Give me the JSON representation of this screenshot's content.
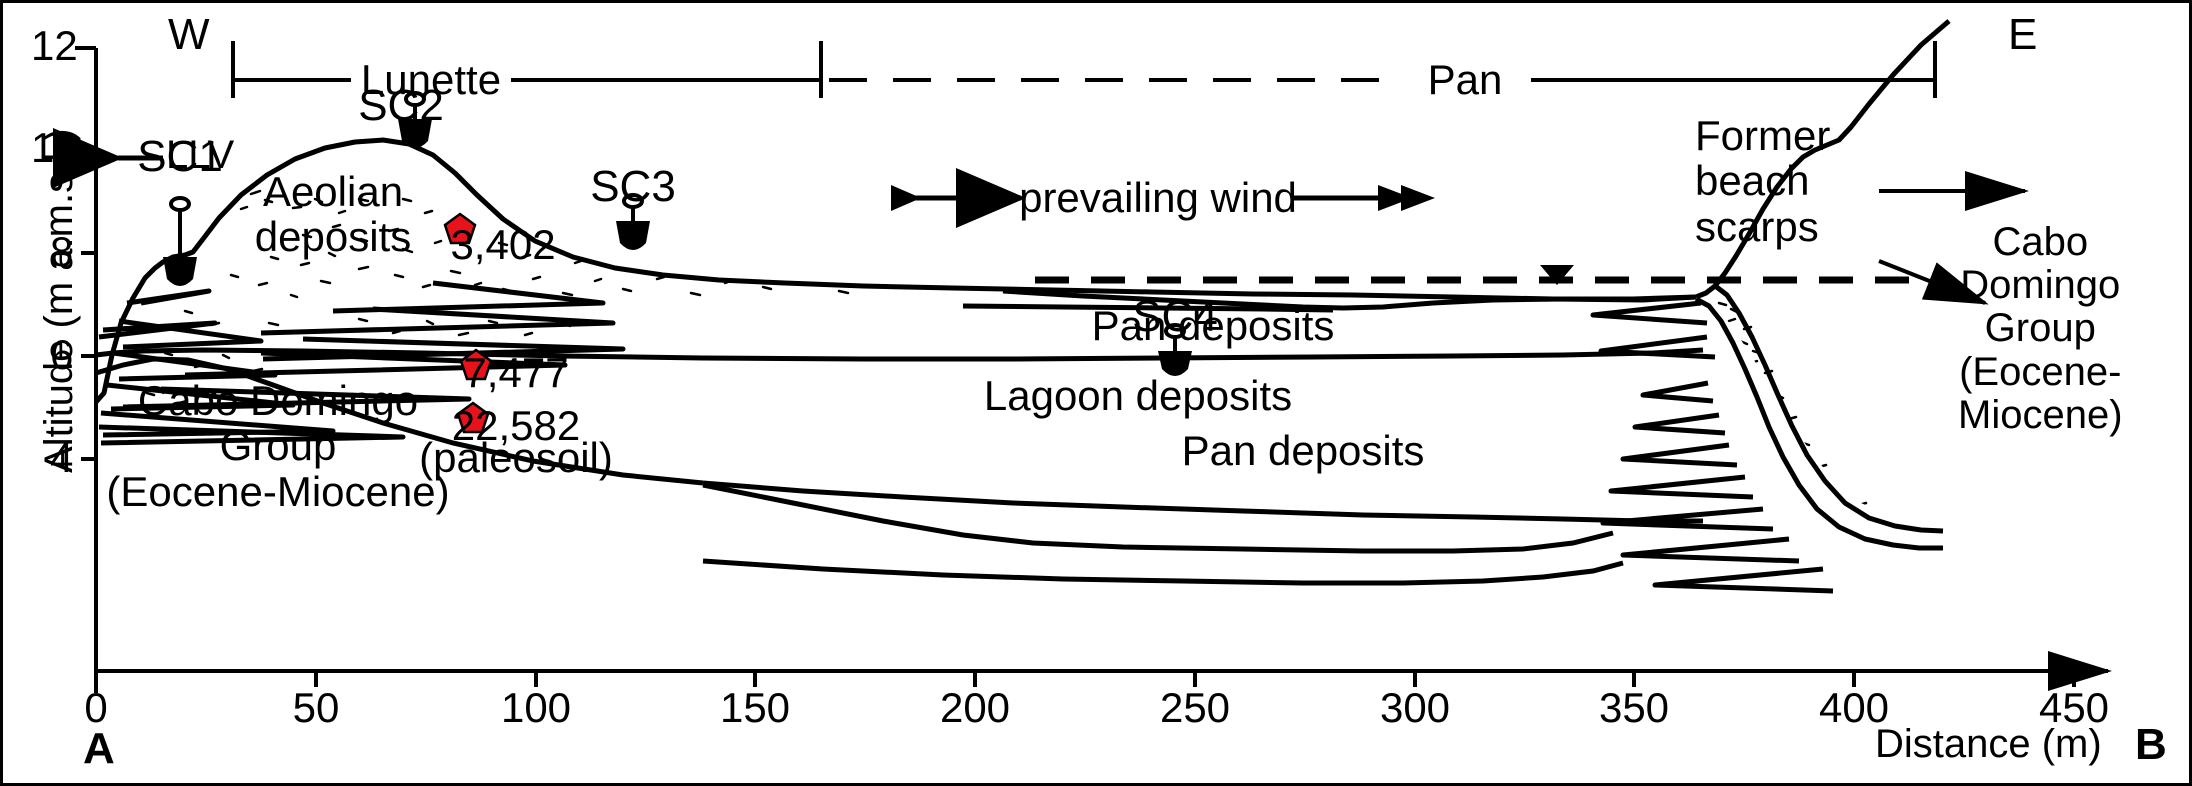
{
  "figure": {
    "type": "geological-cross-section",
    "orientation_left": "W",
    "orientation_right": "E",
    "section_start_label": "A",
    "section_end_label": "B"
  },
  "axes": {
    "y": {
      "title": "Altitude (m a.m.s.l.)",
      "ticks": [
        "12",
        "10",
        "8",
        "6",
        "4"
      ],
      "values": [
        12,
        10,
        8,
        6,
        4
      ],
      "min": 3.2,
      "max": 12.2
    },
    "x": {
      "title": "Distance (m)",
      "ticks": [
        "0",
        "50",
        "100",
        "150",
        "200",
        "250",
        "300",
        "350",
        "400",
        "450"
      ],
      "values": [
        0,
        50,
        100,
        150,
        200,
        250,
        300,
        350,
        400,
        450
      ],
      "min": 0,
      "max": 480
    }
  },
  "zones": {
    "lunette_label": "Lunette",
    "pan_label": "Pan",
    "transition_style": "dashed"
  },
  "wind": {
    "label": "prevailing wind",
    "direction": "west-to-east"
  },
  "water_table": {
    "label": "LLV",
    "marker": "water-table-triangle",
    "style": "dashed"
  },
  "cores": [
    {
      "id": "SC1",
      "distance_m": 19,
      "label": "SC1"
    },
    {
      "id": "SC2",
      "distance_m": 73,
      "label": "SC2"
    },
    {
      "id": "SC3",
      "distance_m": 122,
      "label": "SC3"
    },
    {
      "id": "SC4",
      "distance_m": 243,
      "label": "SC4"
    }
  ],
  "dates": [
    {
      "value": "3,402",
      "note": "",
      "distance_m": 76,
      "altitude_m": 8.6,
      "marker_color": "#E8131A"
    },
    {
      "value": "7,477",
      "note": "",
      "distance_m": 125,
      "altitude_m": 5.72,
      "marker_color": "#E8131A"
    },
    {
      "value": "22,582",
      "note": "(paleosoil)",
      "distance_m": 124,
      "altitude_m": 4.65,
      "marker_color": "#E8131A"
    }
  ],
  "units": [
    {
      "name": "aeolian-deposits",
      "label": "Aeolian\ndeposits"
    },
    {
      "name": "pan-deposits-upper",
      "label": "Pan deposits"
    },
    {
      "name": "lagoon-deposits",
      "label": "Lagoon deposits"
    },
    {
      "name": "pan-deposits-lower",
      "label": "Pan deposits"
    },
    {
      "name": "bedrock-left",
      "label": "Cabo Domingo\nGroup\n(Eocene-Miocene)"
    },
    {
      "name": "bedrock-right",
      "label": "Cabo\nDomingo\nGroup\n(Eocene-\nMiocene)"
    }
  ],
  "annotations": [
    {
      "name": "former-beach-scarps",
      "label": "Former\nbeach\nscarps",
      "arrows": 2
    }
  ],
  "colors": {
    "line": "#000000",
    "background": "#ffffff",
    "date_marker": "#E8131A"
  }
}
